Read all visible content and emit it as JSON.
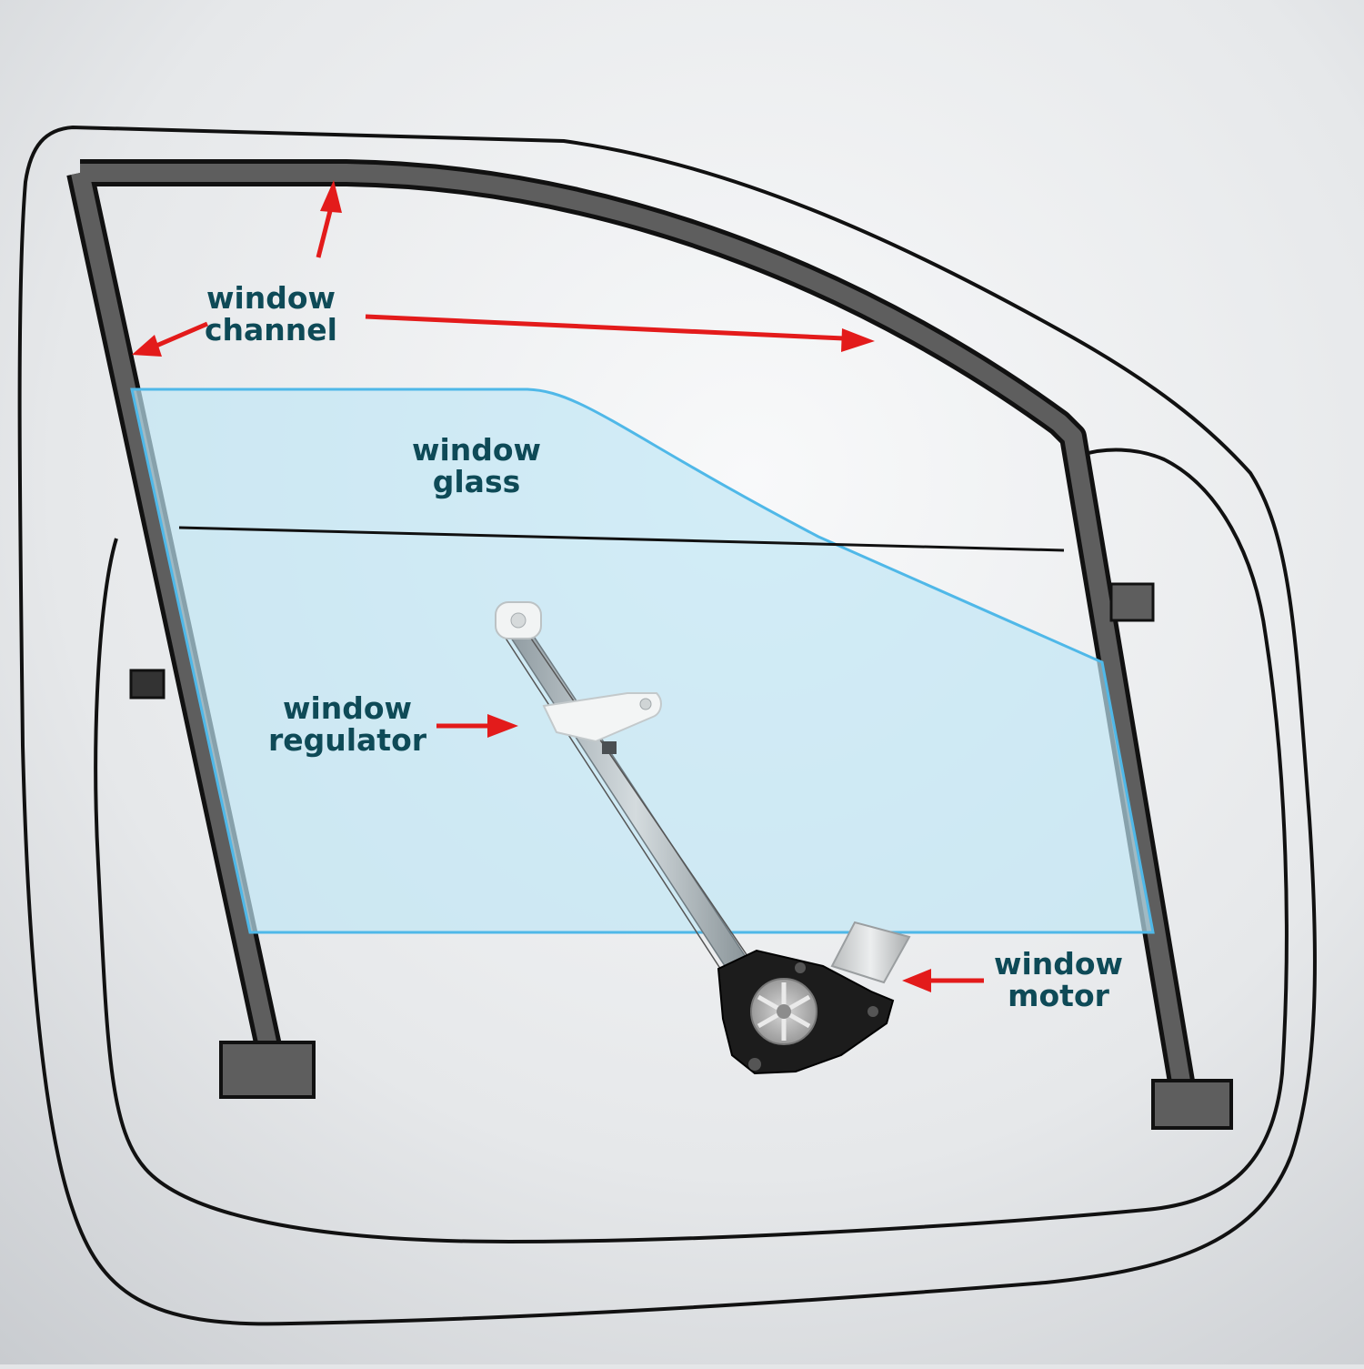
{
  "labels": {
    "channel": [
      "window",
      "channel"
    ],
    "glass": [
      "window",
      "glass"
    ],
    "regulator": [
      "window",
      "regulator"
    ],
    "motor": [
      "window",
      "motor"
    ]
  },
  "colors": {
    "background": "#e4e6e8",
    "label_text": "#0e4a57",
    "arrow": "#e31b1b",
    "channel_rubber": "#5e5e5e",
    "glass_fill": "#bfe6f5",
    "glass_edge": "#4fb8e8",
    "outline": "#111111"
  }
}
